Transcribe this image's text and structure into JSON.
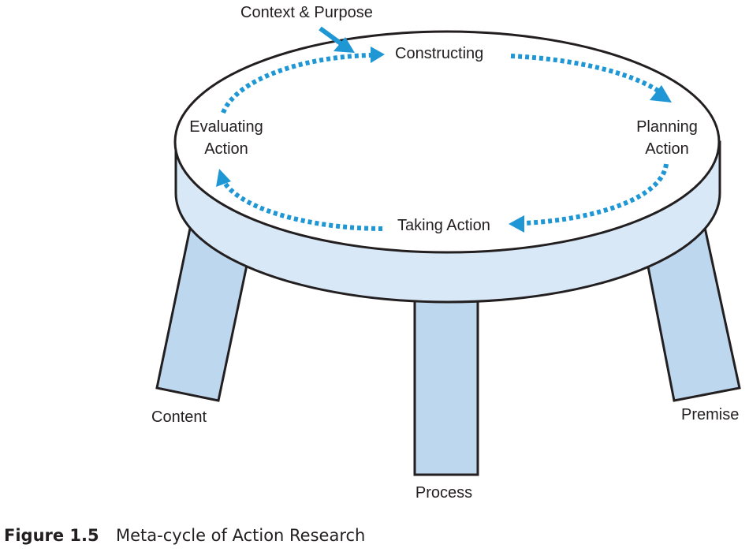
{
  "diagram": {
    "context_label": "Context & Purpose",
    "steps": {
      "constructing": "Constructing",
      "planning_line1": "Planning",
      "planning_line2": "Action",
      "taking": "Taking Action",
      "evaluating_line1": "Evaluating",
      "evaluating_line2": "Action"
    },
    "legs": {
      "content": "Content",
      "process": "Process",
      "premise": "Premise"
    }
  },
  "caption": {
    "number": "Figure 1.5",
    "text": "Meta-cycle of Action Research"
  },
  "colors": {
    "arrow": "#1f97d4",
    "table_side": "#d8e8f7",
    "leg_fill": "#bdd7ef",
    "outline": "#231f20"
  }
}
